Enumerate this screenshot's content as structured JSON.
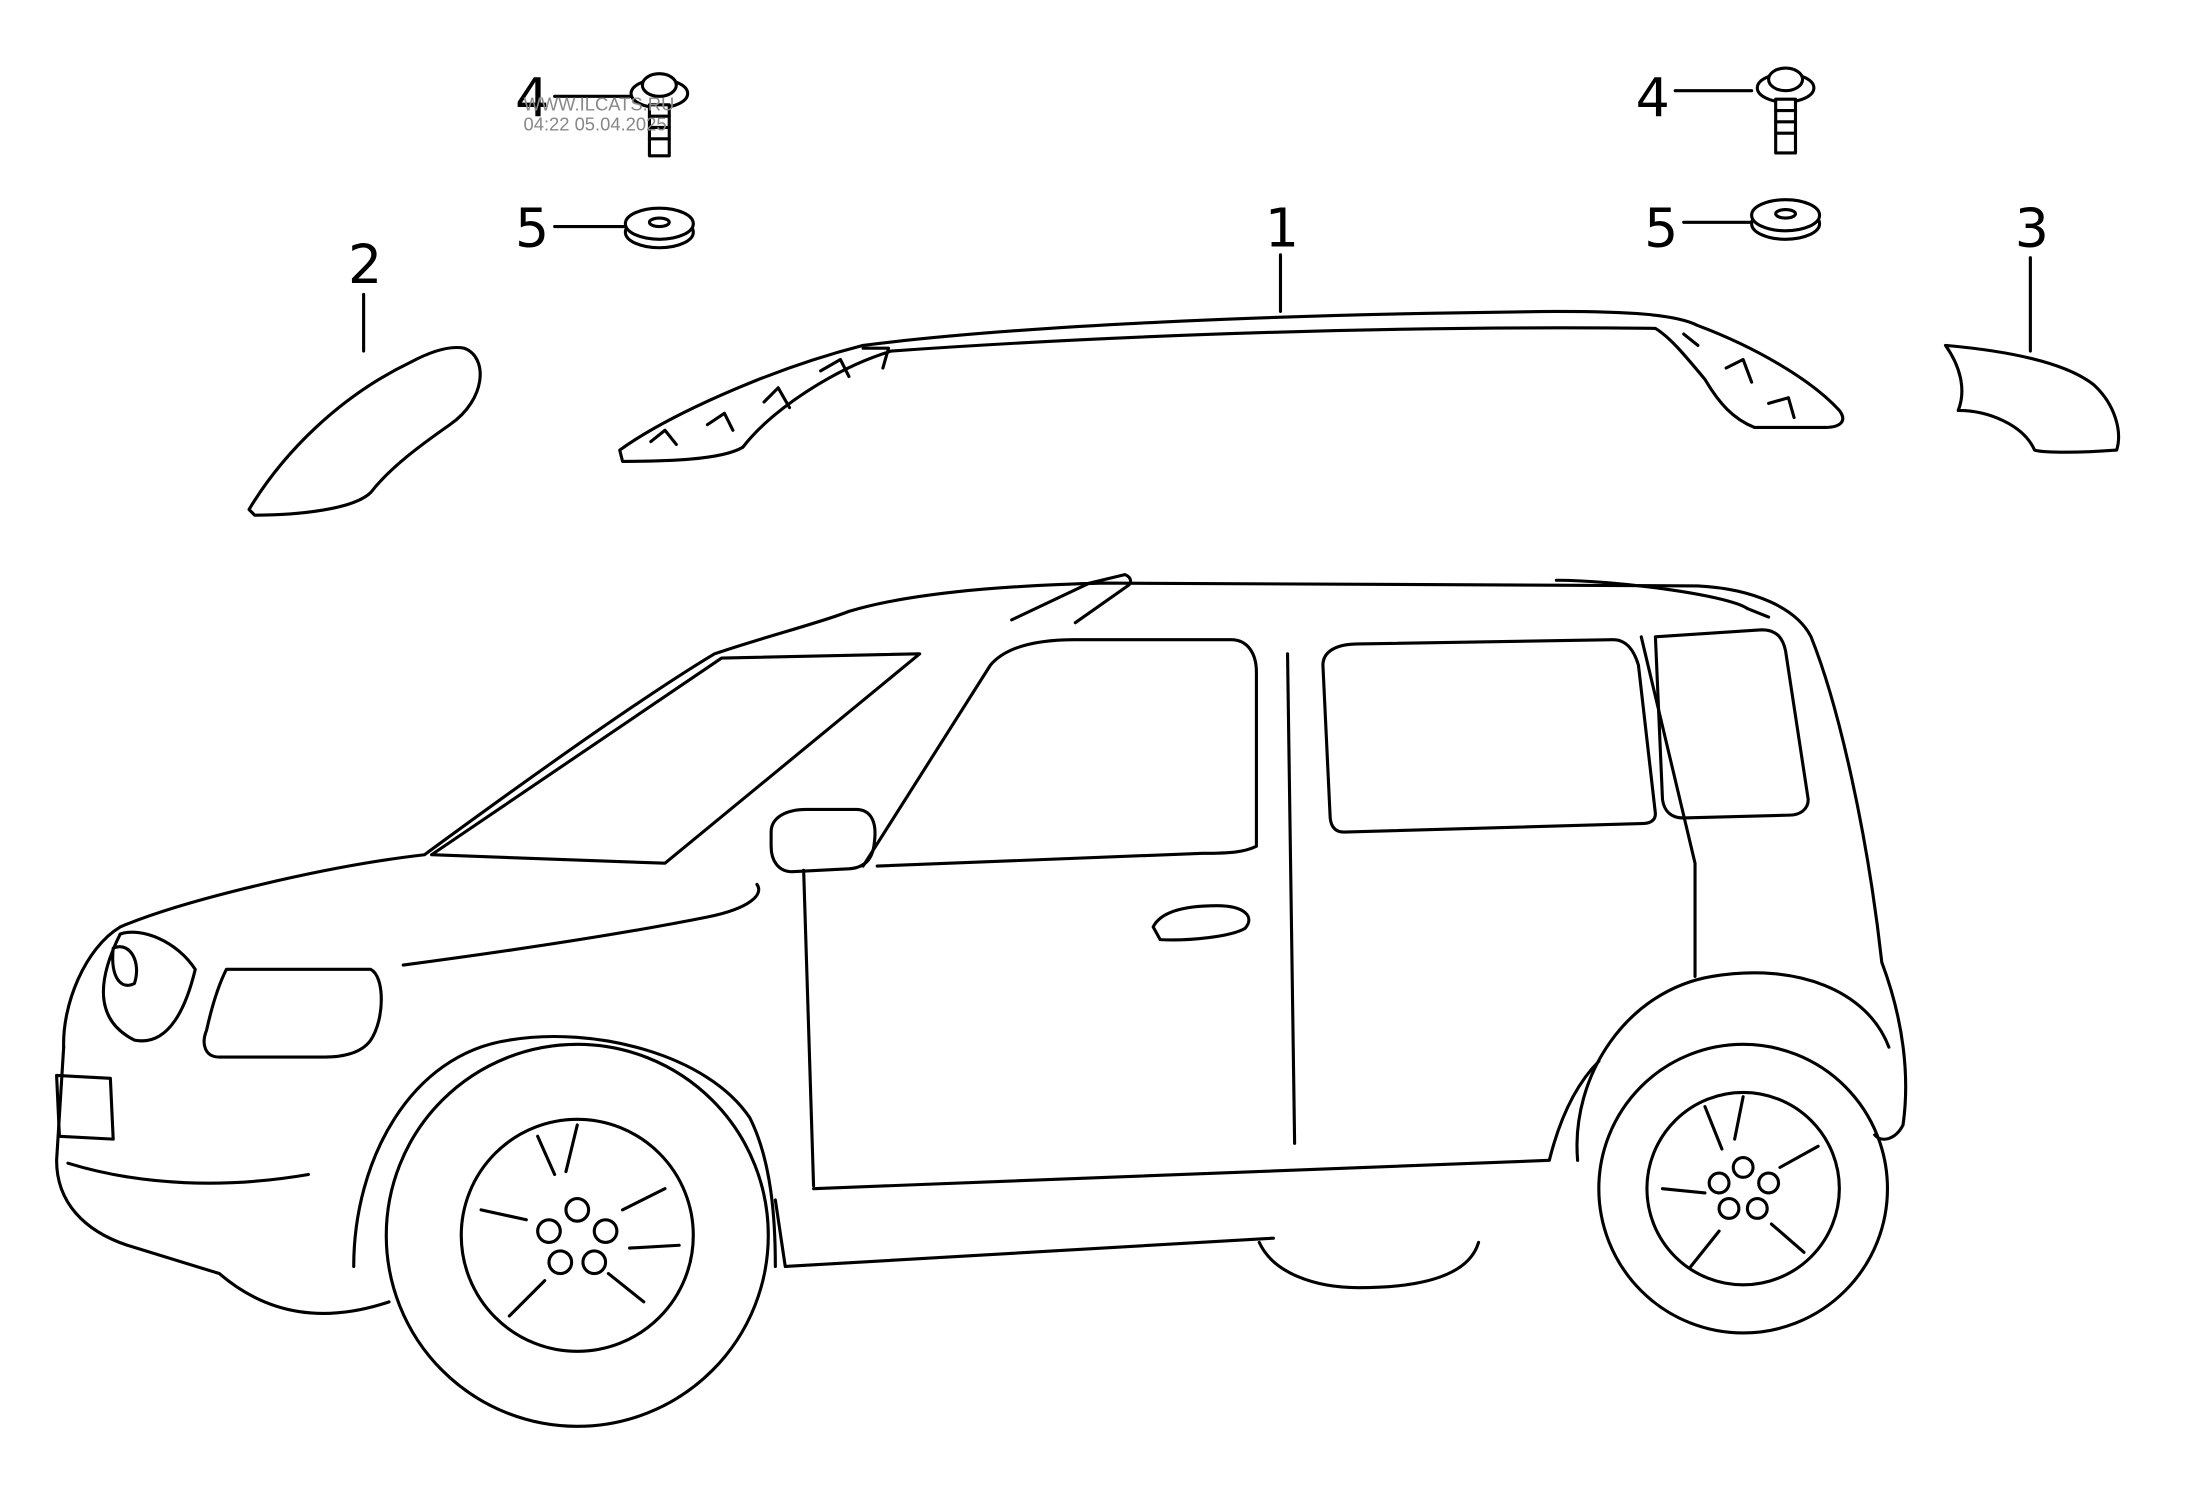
{
  "callouts": {
    "roof_rail": "1",
    "front_cover": "2",
    "rear_cover": "3",
    "bolt_front": "4",
    "bolt_rear": "4",
    "washer_front": "5",
    "washer_rear": "5"
  },
  "watermark": {
    "site": "WWW.ILCATS.RU",
    "timestamp": "04:22 05.04.2025"
  }
}
